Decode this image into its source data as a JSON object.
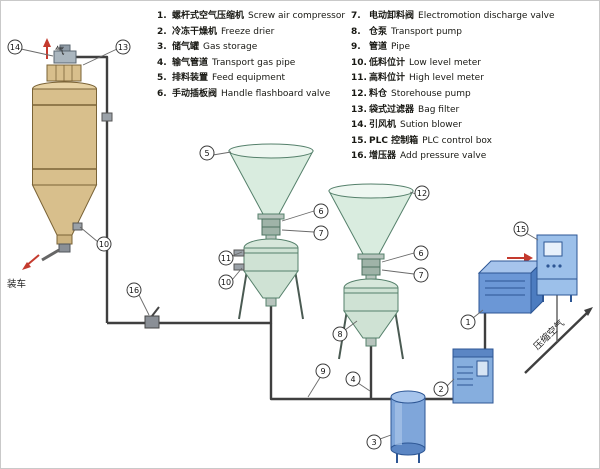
{
  "legend": {
    "items_left": [
      {
        "num": "1.",
        "zh": "螺杆式空气压缩机",
        "en": "Screw air compressor"
      },
      {
        "num": "2.",
        "zh": "冷冻干燥机",
        "en": "Freeze drier"
      },
      {
        "num": "3.",
        "zh": "储气罐",
        "en": "Gas storage"
      },
      {
        "num": "4.",
        "zh": "输气管道",
        "en": "Transport gas pipe"
      },
      {
        "num": "5.",
        "zh": "排料装置",
        "en": "Feed equipment"
      },
      {
        "num": "6.",
        "zh": "手动插板阀",
        "en": "Handle flashboard valve"
      }
    ],
    "items_right": [
      {
        "num": "7.",
        "zh": "电动卸料阀",
        "en": "Electromotion discharge valve"
      },
      {
        "num": "8.",
        "zh": "仓泵",
        "en": "Transport pump"
      },
      {
        "num": "9.",
        "zh": "管道",
        "en": "Pipe"
      },
      {
        "num": "10.",
        "zh": "低料位计",
        "en": "Low level meter"
      },
      {
        "num": "11.",
        "zh": "高料位计",
        "en": "High level meter"
      },
      {
        "num": "12.",
        "zh": "料仓",
        "en": "Storehouse pump"
      },
      {
        "num": "13.",
        "zh": "袋式过滤器",
        "en": "Bag filter"
      },
      {
        "num": "14.",
        "zh": "引风机",
        "en": "Sution blower"
      },
      {
        "num": "15.",
        "zh": "PLC 控制箱",
        "en": "PLC control box"
      },
      {
        "num": "16.",
        "zh": "增压器",
        "en": "Add pressure valve"
      }
    ]
  },
  "diagram_labels": {
    "gas": "气",
    "truck_loading": "装车",
    "compressed_air": "压缩空气"
  },
  "callouts": {
    "c1": "1",
    "c2": "2",
    "c3": "3",
    "c4": "4",
    "c5": "5",
    "c6": "6",
    "c7": "7",
    "c8": "8",
    "c9": "9",
    "c10": "10",
    "c11": "11",
    "c12": "12",
    "c13": "13",
    "c14": "14",
    "c15": "15",
    "c16": "16"
  },
  "colors": {
    "silo_tan": "#d8bf8c",
    "hopper_green": "#d9ecdf",
    "vessel_green": "#cfe2d4",
    "equipment_blue": "#6b97d6",
    "pipe": "#3f3f3f",
    "arrow_red": "#c43a2e"
  }
}
